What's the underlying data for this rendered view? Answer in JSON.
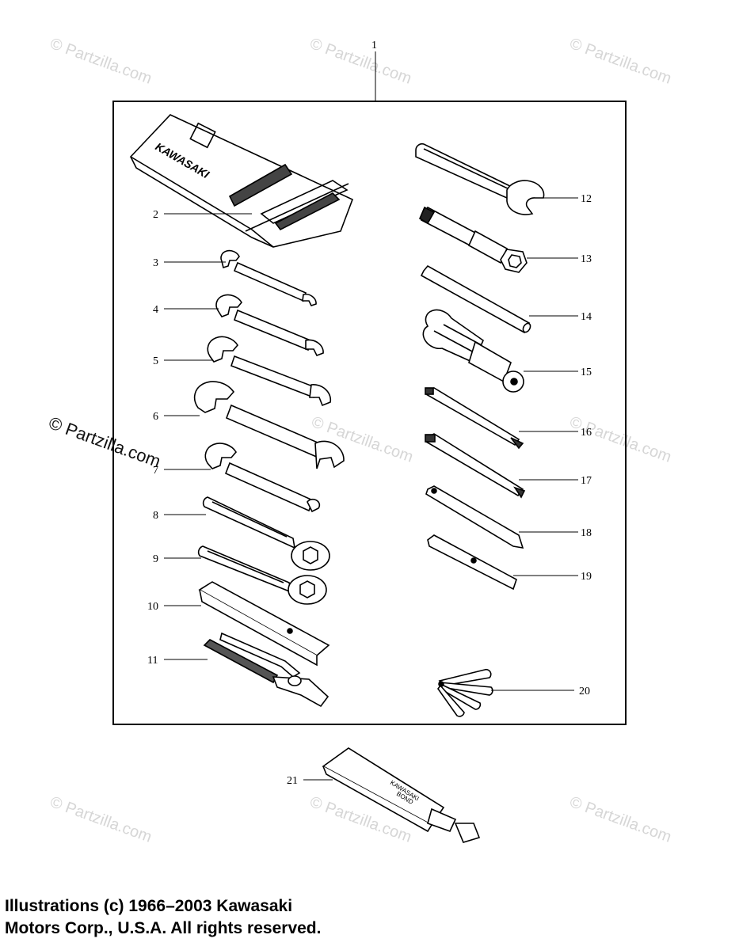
{
  "watermark": {
    "text": "© Partzilla.com"
  },
  "pouch_brand": "KAWASAKI",
  "tube_label": [
    "KAWASAKI",
    "BOND"
  ],
  "callouts": [
    {
      "id": "1",
      "label": "1"
    },
    {
      "id": "2",
      "label": "2"
    },
    {
      "id": "3",
      "label": "3"
    },
    {
      "id": "4",
      "label": "4"
    },
    {
      "id": "5",
      "label": "5"
    },
    {
      "id": "6",
      "label": "6"
    },
    {
      "id": "7",
      "label": "7"
    },
    {
      "id": "8",
      "label": "8"
    },
    {
      "id": "9",
      "label": "9"
    },
    {
      "id": "10",
      "label": "10"
    },
    {
      "id": "11",
      "label": "11"
    },
    {
      "id": "12",
      "label": "12"
    },
    {
      "id": "13",
      "label": "13"
    },
    {
      "id": "14",
      "label": "14"
    },
    {
      "id": "15",
      "label": "15"
    },
    {
      "id": "16",
      "label": "16"
    },
    {
      "id": "17",
      "label": "17"
    },
    {
      "id": "18",
      "label": "18"
    },
    {
      "id": "19",
      "label": "19"
    },
    {
      "id": "20",
      "label": "20"
    },
    {
      "id": "21",
      "label": "21"
    }
  ],
  "copyright": {
    "line1": "Illustrations (c) 1966–2003 Kawasaki",
    "line2": "Motors Corp., U.S.A.  All rights reserved."
  }
}
